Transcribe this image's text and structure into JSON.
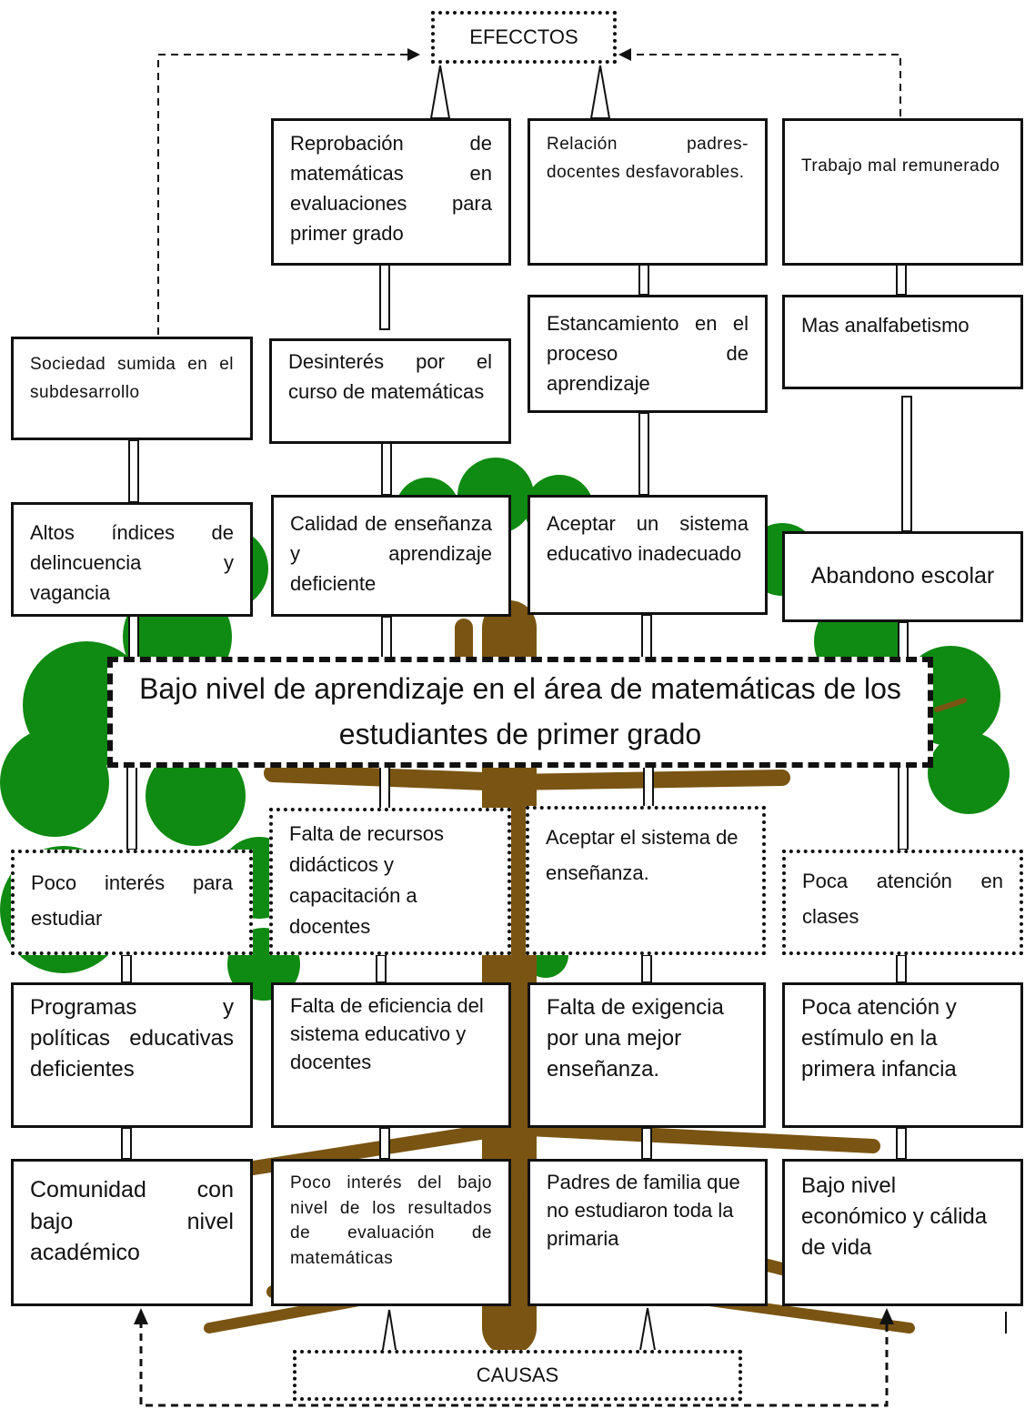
{
  "title": "Bajo nivel de aprendizaje en el área de matemáticas de los estudiantes de primer grado",
  "labels": {
    "effects": "EFECCTOS",
    "causes": "CAUSAS"
  },
  "effects": {
    "row1": [
      "Reprobación de matemáticas en evaluaciones para primer grado",
      "Relación padres-docentes desfavorables.",
      "Trabajo mal remunerado"
    ],
    "row2": [
      "Sociedad sumida en el subdesarrollo",
      "Desinterés por el curso de matemáticas",
      "Estancamiento en el proceso de aprendizaje",
      "Mas analfabetismo"
    ],
    "row3": [
      "Altos índices de delincuencia y vagancia",
      "Calidad de enseñanza y aprendizaje deficiente",
      "Aceptar un sistema educativo inadecuado",
      "Abandono escolar"
    ]
  },
  "causes": {
    "row1": [
      "Poco interés para estudiar",
      "Falta de recursos didácticos y capacitación a docentes",
      "Aceptar el sistema de enseñanza.",
      "Poca atención en clases"
    ],
    "row2": [
      "Programas y políticas educativas deficientes",
      "Falta de eficiencia del sistema educativo y docentes",
      "Falta de exigencia por una mejor enseñanza.",
      "Poca atención y estímulo en la primera infancia"
    ],
    "row3": [
      "Comunidad con bajo nivel académico",
      "Poco interés del bajo nivel de los resultados de evaluación de matemáticas",
      "Padres de familia que no estudiaron toda la primaria",
      "Bajo nivel económico y cálida de vida"
    ]
  },
  "colors": {
    "foliage": "#0f8a12",
    "trunk": "#7a5412",
    "line": "#111111",
    "box_bg": "#ffffff"
  }
}
